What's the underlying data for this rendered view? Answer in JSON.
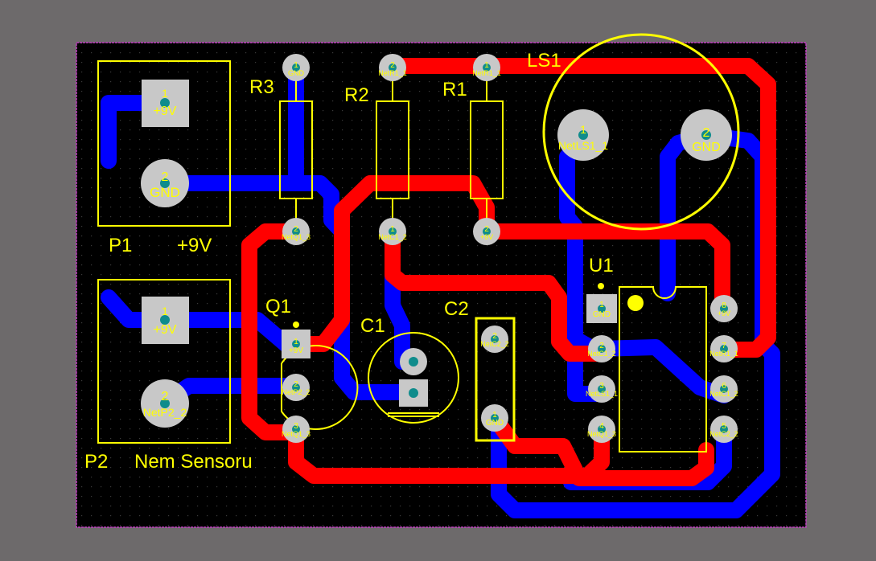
{
  "colors": {
    "background": "#6d6a6b",
    "board": "#000000",
    "board_outline": "#c040c0",
    "top_copper": "#ff0000",
    "bottom_copper": "#0000ff",
    "silkscreen": "#ffff00",
    "pad": "#c8c8c8",
    "via_hole": "#0f8c8c",
    "pad_label": "#ffff00"
  },
  "components": [
    {
      "ref": "P1",
      "label": "P1",
      "comment": "+9V",
      "pads": [
        {
          "num": "1",
          "net": "+9V"
        },
        {
          "num": "2",
          "net": "GND"
        }
      ]
    },
    {
      "ref": "P2",
      "label": "P2",
      "comment": "Nem Sensoru",
      "pads": [
        {
          "num": "1",
          "net": "+9V"
        },
        {
          "num": "2",
          "net": "NetP2_2"
        }
      ]
    },
    {
      "ref": "R3",
      "label": "R3",
      "pads": [
        {
          "num": "1",
          "net": "GND"
        },
        {
          "num": "2",
          "net": "NetQ1_3"
        }
      ]
    },
    {
      "ref": "R2",
      "label": "R2",
      "pads": [
        {
          "num": "2",
          "net": "NetR1_1"
        },
        {
          "num": "1",
          "net": "NetC1_2"
        }
      ]
    },
    {
      "ref": "R1",
      "label": "R1",
      "pads": [
        {
          "num": "1",
          "net": "NetR1_1"
        },
        {
          "num": "2",
          "net": "+9V"
        }
      ]
    },
    {
      "ref": "LS1",
      "label": "LS1",
      "pads": [
        {
          "num": "1",
          "net": "NetLS1_1"
        },
        {
          "num": "2",
          "net": "GND"
        }
      ]
    },
    {
      "ref": "Q1",
      "label": "Q1",
      "pads": [
        {
          "num": "1",
          "net": "+9V"
        },
        {
          "num": "2",
          "net": "NetP2_2"
        },
        {
          "num": "3",
          "net": "NetQ1_3"
        }
      ]
    },
    {
      "ref": "C1",
      "label": "C1",
      "pads": []
    },
    {
      "ref": "C2",
      "label": "C2",
      "pads": [
        {
          "num": "2",
          "net": "NetC2_2"
        },
        {
          "num": "1",
          "net": "GND"
        }
      ]
    },
    {
      "ref": "U1",
      "label": "U1",
      "pads": [
        {
          "num": "1",
          "net": "GND"
        },
        {
          "num": "2",
          "net": "NetC1_2"
        },
        {
          "num": "3",
          "net": "NetLS1_1"
        },
        {
          "num": "4",
          "net": "NetQ1_3"
        },
        {
          "num": "8",
          "net": "+9V"
        },
        {
          "num": "7",
          "net": "NetR1_1"
        },
        {
          "num": "6",
          "net": "NetC1_2"
        },
        {
          "num": "5",
          "net": "NetC2_2"
        }
      ]
    }
  ]
}
